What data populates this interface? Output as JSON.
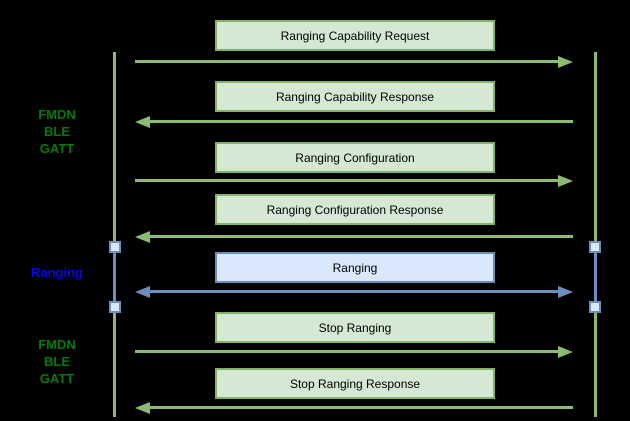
{
  "diagram": {
    "type": "sequence-diagram",
    "background": "#000000",
    "palette": {
      "green_arrow": "#8cba72",
      "green_box_fill": "#d5e8d4",
      "green_box_stroke": "#82b366",
      "blue_arrow": "#6c8ebf",
      "blue_box_fill": "#dae8fc",
      "blue_box_stroke": "#6c8ebf",
      "phase_label_green": "#067a06",
      "phase_label_blue": "#0404fa",
      "box_text": "#000000"
    },
    "lifelines": [
      {
        "side": "left"
      },
      {
        "side": "right"
      }
    ],
    "phase_labels": [
      {
        "text": "FMDN\nBLE\nGATT",
        "style": "green"
      },
      {
        "text": "Ranging",
        "style": "blue"
      },
      {
        "text": "FMDN\nBLE\nGATT",
        "style": "green"
      }
    ],
    "messages": [
      {
        "label": "Ranging Capability Request",
        "direction": "right",
        "style": "green"
      },
      {
        "label": "Ranging Capability Response",
        "direction": "left",
        "style": "green"
      },
      {
        "label": "Ranging Configuration",
        "direction": "right",
        "style": "green"
      },
      {
        "label": "Ranging Configuration Response",
        "direction": "left",
        "style": "green"
      },
      {
        "label": "Ranging",
        "direction": "both",
        "style": "blue"
      },
      {
        "label": "Stop Ranging",
        "direction": "right",
        "style": "green"
      },
      {
        "label": "Stop Ranging Response",
        "direction": "left",
        "style": "green"
      }
    ],
    "activations": [
      {
        "lifeline": "left",
        "markers": 2
      },
      {
        "lifeline": "right",
        "markers": 2
      }
    ]
  }
}
